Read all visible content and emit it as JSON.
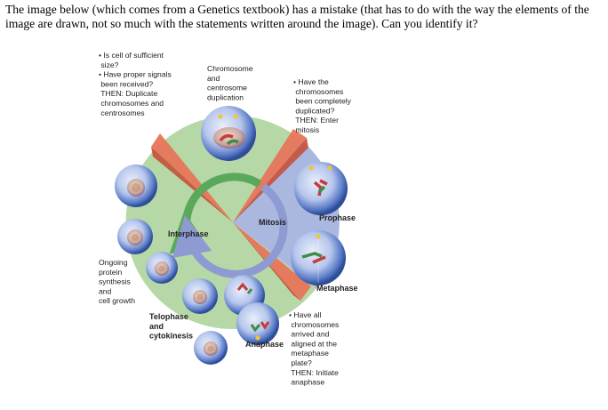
{
  "question": "The image below (which comes from a Genetics textbook) has a mistake (that has to do with the way the elements of the image are drawn, not so much with the statements written around the image). Can you identify it?",
  "labels": {
    "g1_checkpoint": [
      "• Is cell of sufficient",
      "   size?",
      "• Have proper signals",
      "   been received?",
      "   THEN: Duplicate",
      "   chromosomes and",
      "   centrosomes"
    ],
    "duplication": [
      "Chromosome",
      "and",
      "centrosome",
      "duplication"
    ],
    "g2_checkpoint": [
      "• Have the",
      "   chromosomes",
      "   been completely",
      "   duplicated?",
      "   THEN: Enter",
      "   mitosis"
    ],
    "prophase": "Prophase",
    "mitosis": "Mitosis",
    "interphase": "Interphase",
    "metaphase": "Metaphase",
    "growth": [
      "Ongoing",
      "protein",
      "synthesis",
      "and",
      "cell growth"
    ],
    "telophase": [
      "Telophase",
      "and",
      "cytokinesis"
    ],
    "anaphase": "Anaphase",
    "m_checkpoint": [
      "• Have all",
      "   chromosomes",
      "   arrived and",
      "   aligned at the",
      "   metaphase",
      "   plate?",
      "   THEN: Initiate",
      "   anaphase"
    ]
  },
  "colors": {
    "interphase_sector": "#b5d8a6",
    "mitosis_sector": "#aab7de",
    "checkpoint_wedge": "#e8765a",
    "green_arrow": "#5aa85a",
    "blue_arrow": "#8d9bd2",
    "cell_body": "#3f63b3",
    "cell_glow": "#dfe7f7"
  }
}
